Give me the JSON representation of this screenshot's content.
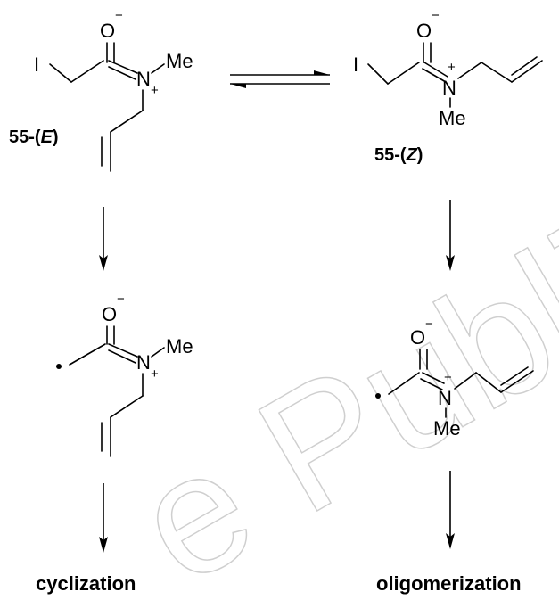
{
  "atoms": {
    "iodine": "I",
    "oxygen": "O",
    "nitrogen": "N",
    "methyl": "Me",
    "negative": "−",
    "positive": "+"
  },
  "compounds": {
    "e_isomer_prefix": "55-(",
    "e_isomer_letter": "E",
    "e_isomer_suffix": ")",
    "z_isomer_prefix": "55-(",
    "z_isomer_letter": "Z",
    "z_isomer_suffix": ")"
  },
  "outcomes": {
    "left": "cyclization",
    "right": "oligomerization"
  },
  "watermark": "e Publish"
}
